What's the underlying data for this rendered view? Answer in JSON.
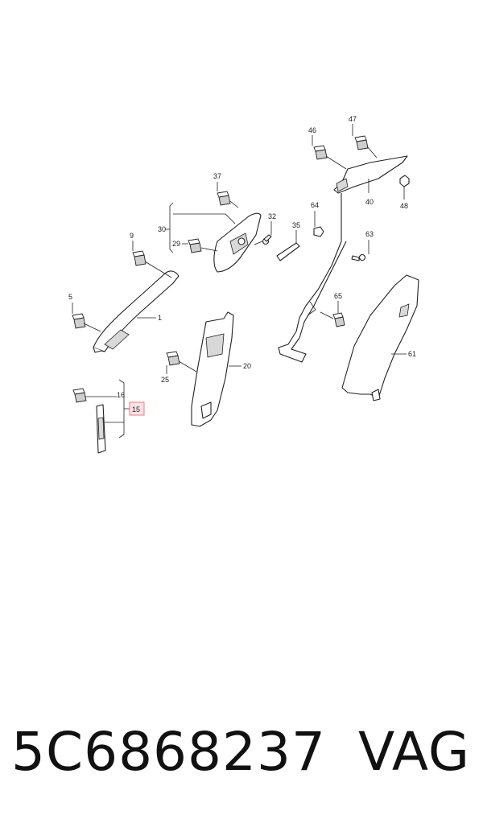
{
  "diagram": {
    "labels": {
      "p1": "1",
      "p5": "5",
      "p9": "9",
      "p15": "15",
      "p16": "16",
      "p20": "20",
      "p25": "25",
      "p29": "29",
      "p30": "30",
      "p32": "32",
      "p35": "35",
      "p37": "37",
      "p40": "40",
      "p46": "46",
      "p47": "47",
      "p48": "48",
      "p61": "61",
      "p63": "63",
      "p64": "64",
      "p65": "65"
    },
    "highlighted_label": "15",
    "highlight_color": "#e87b84"
  },
  "caption": {
    "part_number": "5C6868237",
    "brand": "VAG"
  }
}
